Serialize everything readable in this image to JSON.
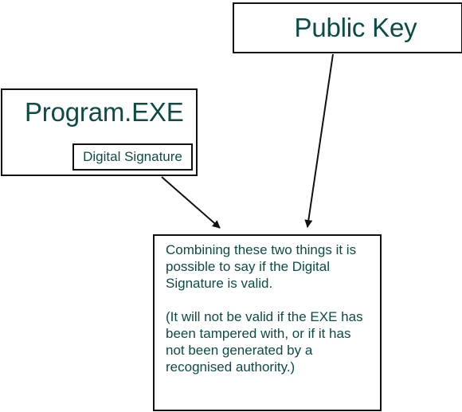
{
  "diagram": {
    "nodes": [
      {
        "id": "public_key",
        "label": "Public Key"
      },
      {
        "id": "program",
        "label": "Program.EXE"
      },
      {
        "id": "signature",
        "label": "Digital Signature",
        "parent": "program"
      },
      {
        "id": "result",
        "paragraphs": [
          "Combining these two things it is possible to say if the Digital Signature is valid.",
          "(It will not be valid if the EXE has been tampered with, or if it has not been generated by a recognised authority.)"
        ]
      }
    ],
    "edges": [
      {
        "from": "program",
        "to": "result"
      },
      {
        "from": "public_key",
        "to": "result"
      }
    ],
    "colors": {
      "text": "#0d4b45",
      "border": "#111111",
      "background": "#ffffff"
    }
  }
}
